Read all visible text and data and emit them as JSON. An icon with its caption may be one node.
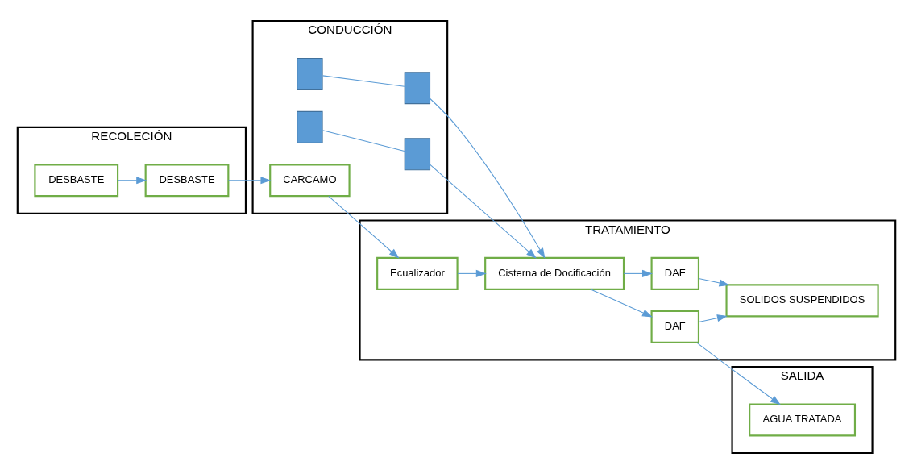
{
  "diagram": {
    "nodes": [
      {
        "text": [
          "RECOLECIÓN"
        ]
      },
      {
        "text": [
          "CONDUCCIÓN"
        ]
      },
      {
        "text": [
          "TRATAMIENTO"
        ]
      },
      {
        "text": [
          "SALIDA"
        ]
      },
      {
        "text": [
          "DESBASTE"
        ],
        "in": 0
      },
      {
        "text": [
          "DESBASTE"
        ],
        "in": 0
      },
      {
        "text": [
          "CARCAMO"
        ],
        "in": 1
      },
      {
        "text": [],
        "shape": "box",
        "in": 1
      },
      {
        "text": [],
        "shape": "box",
        "in": 1
      },
      {
        "text": [],
        "shape": "box",
        "in": 1
      },
      {
        "text": [],
        "shape": "box",
        "in": 1
      },
      {
        "text": [
          "Ecualizador"
        ],
        "in": 2
      },
      {
        "text": [
          "Cisterna de Docificación"
        ],
        "in": 2
      },
      {
        "text": [
          "DAF"
        ],
        "in": 2
      },
      {
        "text": [
          "DAF"
        ],
        "in": 2
      },
      {
        "text": [
          "SOLIDOS SUSPENDIDOS"
        ],
        "in": 2
      },
      {
        "text": [
          "AGUA TRATADA"
        ],
        "in": 3
      }
    ],
    "edges": [
      {
        "from": 4,
        "to": 5,
        "arrow": "to"
      },
      {
        "from": 5,
        "to": 6,
        "arrow": "to"
      },
      {
        "from": 6,
        "to": 11,
        "arrow": "to"
      },
      {
        "from": 11,
        "to": 12,
        "arrow": "to"
      },
      {
        "from": 7,
        "to": 8,
        "arrow": "none"
      },
      {
        "from": 8,
        "to": 12,
        "arrow": "to"
      },
      {
        "from": 9,
        "to": 10,
        "arrow": "none"
      },
      {
        "from": 10,
        "to": 12,
        "arrow": "to"
      },
      {
        "from": 12,
        "to": 13,
        "arrow": "to"
      },
      {
        "from": 12,
        "to": 14,
        "arrow": "to"
      },
      {
        "from": 13,
        "to": 15,
        "arrow": "to"
      },
      {
        "from": 14,
        "to": 15,
        "arrow": "to"
      },
      {
        "from": 14,
        "to": 16,
        "arrow": "to"
      }
    ]
  }
}
